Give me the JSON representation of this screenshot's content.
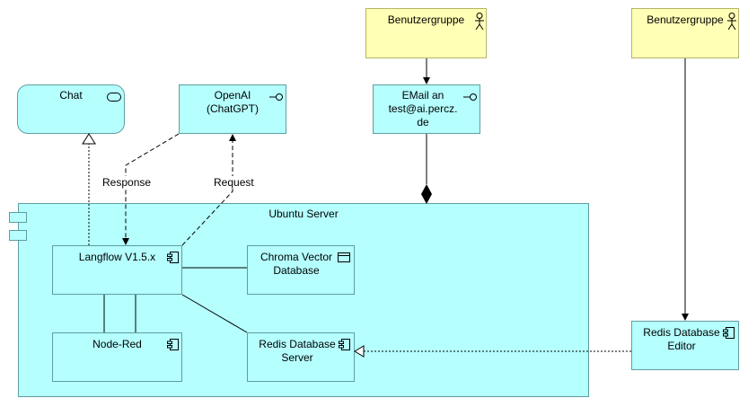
{
  "nodes": {
    "chat": "Chat",
    "openai": "OpenAI\n(ChatGPT)",
    "email": "EMail an\ntest@ai.percz.\nde",
    "benutzer1": "Benutzergruppe",
    "benutzer2": "Benutzergruppe",
    "ubuntu": "Ubuntu Server",
    "langflow": "Langflow V1.5.x",
    "chroma": "Chroma Vector\nDatabase",
    "nodered": "Node-Red",
    "redis_server": "Redis Database\nServer",
    "redis_editor": "Redis Database\nEditor"
  },
  "edges": {
    "response": "Response",
    "request": "Request"
  },
  "colors": {
    "node_fill": "#b5ffff",
    "actor_fill": "#ffffb5",
    "border": "#5f9ea0"
  }
}
